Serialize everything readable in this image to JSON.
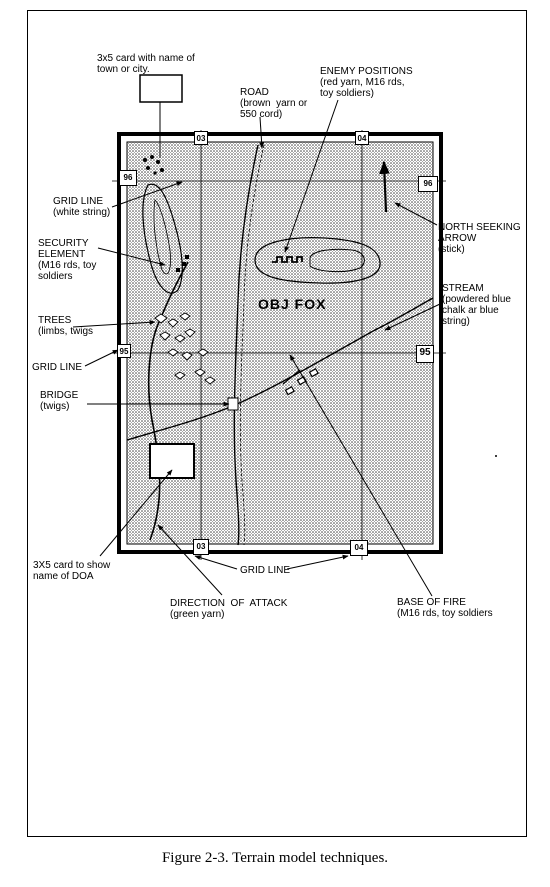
{
  "caption": "Figure 2-3. Terrain model techniques.",
  "objective_label": "OBJ FOX",
  "grid_numbers": {
    "top_left": "03",
    "top_right": "04",
    "left_top": "96",
    "right_top": "96",
    "left_mid": "95",
    "right_mid": "95",
    "bottom_left": "03",
    "bottom_right": "04"
  },
  "labels": {
    "card_town": "3x5 card with name of\ntown or city.",
    "road": "ROAD\n(brown  yarn or\n550 cord)",
    "enemy_positions": "ENEMY POSITIONS\n(red yarn, M16 rds,\ntoy soldiers)",
    "grid_line_top": "GRID LINE\n(white string)",
    "north_arrow": "NORTH SEEKING\nARROW\n(stick)",
    "security_element": "SECURITY\nELEMENT\n(M16 rds, toy\nsoldiers",
    "stream": "STREAM\n(powdered blue\nchalk ar blue\nstring)",
    "trees": "TREES\n(limbs, twigs",
    "grid_line_left": "GRID LINE",
    "bridge": "BRIDGE\n(twigs)",
    "card_doa": "3X5 card to show\nname of DOA",
    "grid_line_bottom": "GRID LINE",
    "direction_of_attack": "DIRECTION  OF  ATTACK\n(green yarn)",
    "base_of_fire": "BASE OF FIRE\n(M16 rds, toy soldiers"
  }
}
